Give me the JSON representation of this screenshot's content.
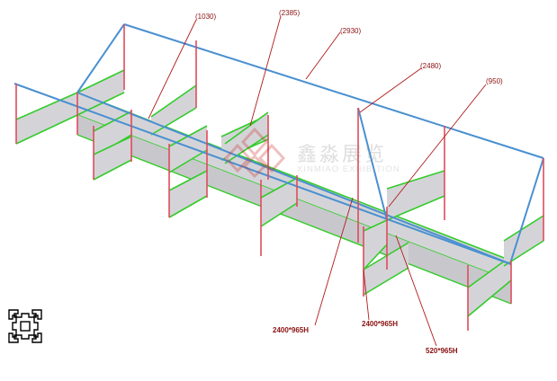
{
  "dimension_labels": {
    "d1030": "(1030)",
    "d2385": "(2385)",
    "d2930": "(2930)",
    "d2480": "(2480)",
    "d950": "(950)"
  },
  "panel_labels": {
    "p1": "2400*965H",
    "p2": "2400*965H",
    "p3": "520*965H"
  },
  "watermark": {
    "cn": "鑫淼展览",
    "en": "XINMIAO EXHIBITION"
  },
  "colors": {
    "frame_top": "#4a90d0",
    "post": "#dd4c5c",
    "panel_edge": "#33cc2a",
    "panel_fill": "#d4d4d8",
    "leader": "#b01a1a"
  },
  "icons": {
    "profile": "aluminum-profile-cross-section-icon",
    "watermark_logo": "xinmiao-logo-icon"
  }
}
